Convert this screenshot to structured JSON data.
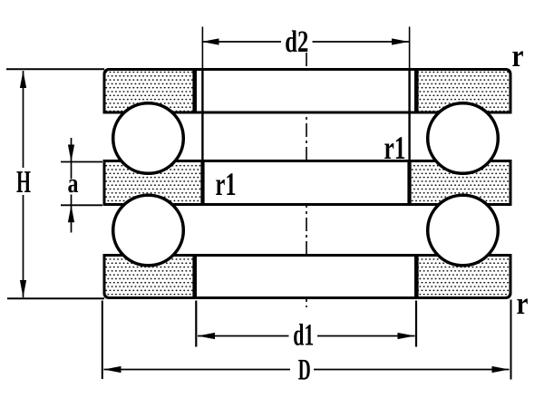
{
  "figure": {
    "background_color": "#ffffff",
    "line_color": "#000000",
    "labels": {
      "d2": "d2",
      "r_top": "r",
      "r1_upper": "r1",
      "r1_lower": "r1",
      "H": "H",
      "a": "a",
      "d1": "d1",
      "D": "D",
      "r_bottom": "r"
    }
  }
}
